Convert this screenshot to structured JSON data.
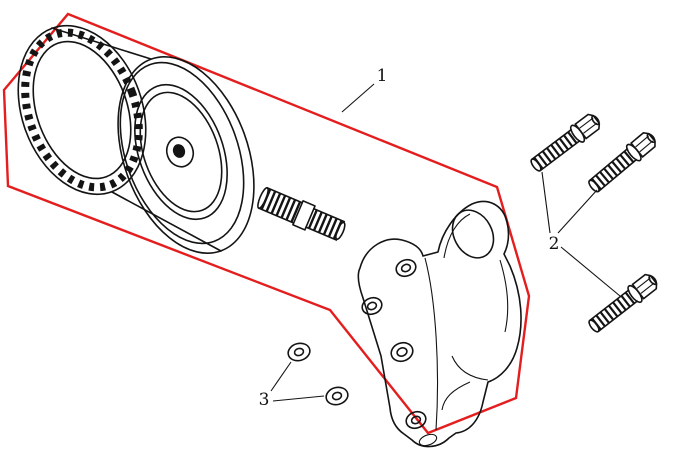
{
  "diagram": {
    "background_color": "#ffffff",
    "artwork_color": "#141414",
    "highlight_outline_color": "#e41e1e",
    "callouts": [
      {
        "text": "1"
      },
      {
        "text": "2"
      },
      {
        "text": "3"
      }
    ]
  }
}
